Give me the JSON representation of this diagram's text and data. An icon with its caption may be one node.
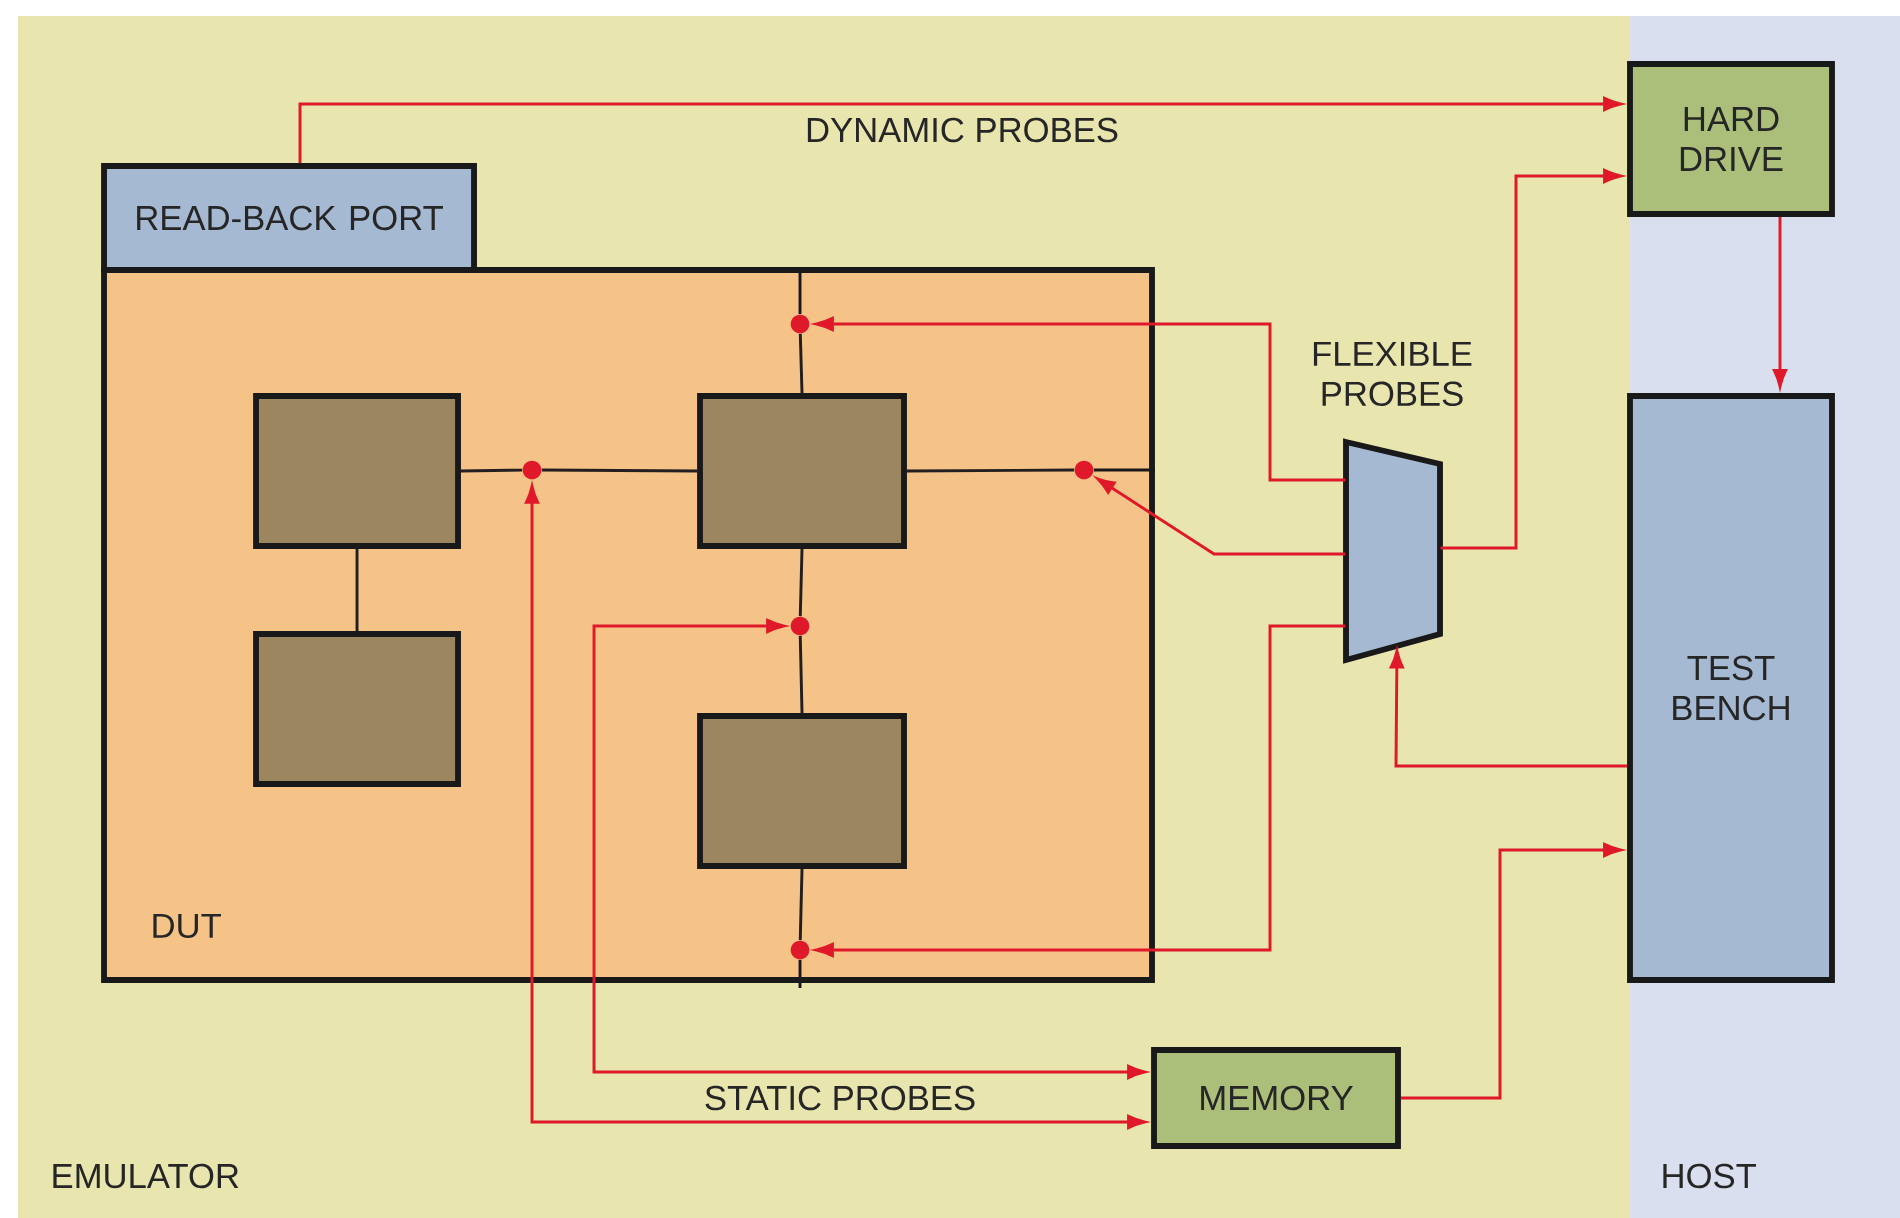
{
  "diagram": {
    "nodes": [
      {
        "text": [
          "EMULATOR"
        ]
      },
      {
        "text": [
          "HOST"
        ]
      },
      {
        "text": [
          "READ-BACK PORT"
        ],
        "in": 0
      },
      {
        "text": [
          "DUT"
        ],
        "in": 0
      },
      {
        "text": [],
        "shape": "box",
        "in": 3
      },
      {
        "text": [],
        "shape": "box",
        "in": 3
      },
      {
        "text": [],
        "shape": "box",
        "in": 3
      },
      {
        "text": [],
        "shape": "box",
        "in": 3
      },
      {
        "text": [],
        "shape": "circle",
        "in": 3
      },
      {
        "text": [],
        "shape": "circle",
        "in": 3
      },
      {
        "text": [],
        "shape": "circle",
        "in": 3
      },
      {
        "text": [],
        "shape": "circle",
        "in": 3
      },
      {
        "text": [],
        "shape": "circle",
        "in": 3
      },
      {
        "text": [
          "FLEXIBLE PROBES"
        ],
        "in": 0
      },
      {
        "text": [
          "MEMORY"
        ],
        "in": 0
      },
      {
        "text": [
          "HARD DRIVE"
        ],
        "in": 1
      },
      {
        "text": [
          "TEST BENCH"
        ],
        "in": 1
      }
    ],
    "edges": [
      {
        "from": 4,
        "to": 9,
        "arrow": "none",
        "color": "#231f20"
      },
      {
        "from": 9,
        "to": 5,
        "arrow": "none",
        "color": "#231f20"
      },
      {
        "from": 4,
        "to": 6,
        "arrow": "none",
        "color": "#231f20"
      },
      {
        "from": 5,
        "to": 8,
        "arrow": "none",
        "color": "#231f20"
      },
      {
        "from": 5,
        "to": 10,
        "arrow": "none",
        "color": "#231f20"
      },
      {
        "from": 5,
        "to": 11,
        "arrow": "none",
        "color": "#231f20"
      },
      {
        "from": 11,
        "to": 7,
        "arrow": "none",
        "color": "#231f20"
      },
      {
        "from": 7,
        "to": 12,
        "arrow": "none",
        "color": "#231f20"
      },
      {
        "from": 2,
        "to": 15,
        "arrow": "to",
        "label": "DYNAMIC PROBES",
        "color": "#e0192a"
      },
      {
        "from": 13,
        "to": 8,
        "arrow": "to",
        "color": "#e0192a"
      },
      {
        "from": 13,
        "to": 10,
        "arrow": "to",
        "color": "#e0192a"
      },
      {
        "from": 13,
        "to": 12,
        "arrow": "to",
        "color": "#e0192a"
      },
      {
        "from": 13,
        "to": 15,
        "arrow": "to",
        "color": "#e0192a"
      },
      {
        "from": 16,
        "to": 13,
        "arrow": "to",
        "color": "#e0192a"
      },
      {
        "from": 14,
        "to": 16,
        "arrow": "to",
        "color": "#e0192a"
      },
      {
        "from": 14,
        "to": 9,
        "arrow": "both",
        "label": "STATIC PROBES",
        "color": "#e0192a"
      },
      {
        "from": 14,
        "to": 11,
        "arrow": "both",
        "color": "#e0192a"
      },
      {
        "from": 15,
        "to": 16,
        "arrow": "to",
        "color": "#e0192a"
      }
    ]
  }
}
